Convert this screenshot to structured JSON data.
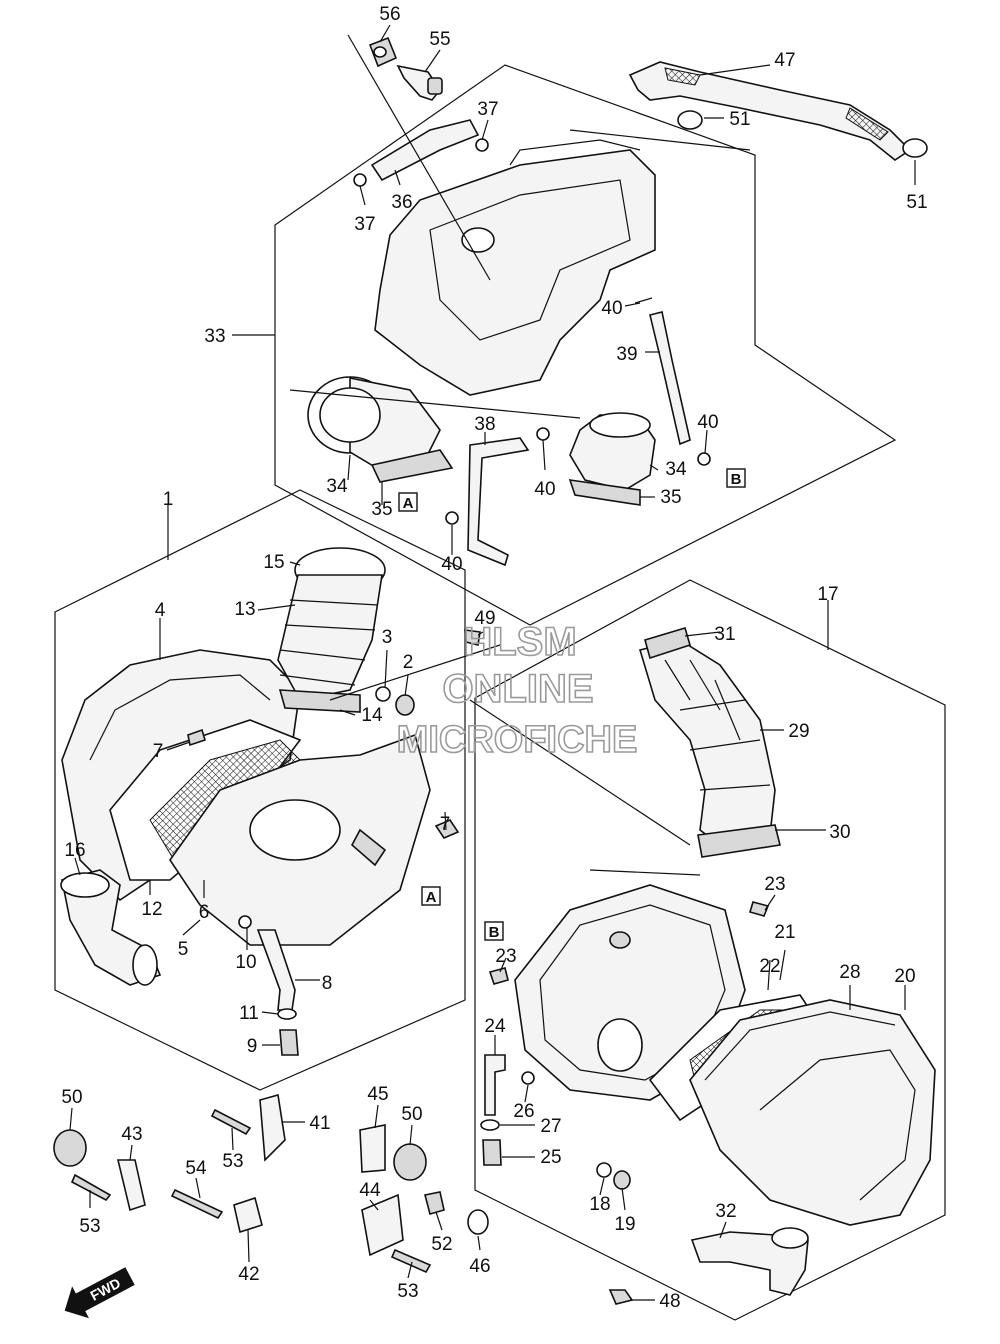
{
  "diagram": {
    "callouts": [
      {
        "id": "56",
        "label": "56"
      },
      {
        "id": "55",
        "label": "55"
      },
      {
        "id": "47",
        "label": "47"
      },
      {
        "id": "37a",
        "label": "37"
      },
      {
        "id": "51a",
        "label": "51"
      },
      {
        "id": "51b",
        "label": "51"
      },
      {
        "id": "37b",
        "label": "37"
      },
      {
        "id": "36",
        "label": "36"
      },
      {
        "id": "33",
        "label": "33"
      },
      {
        "id": "40a",
        "label": "40"
      },
      {
        "id": "39",
        "label": "39"
      },
      {
        "id": "38",
        "label": "38"
      },
      {
        "id": "40b",
        "label": "40"
      },
      {
        "id": "34a",
        "label": "34"
      },
      {
        "id": "34b",
        "label": "34"
      },
      {
        "id": "40c",
        "label": "40"
      },
      {
        "id": "35a",
        "label": "35"
      },
      {
        "id": "35b",
        "label": "35"
      },
      {
        "id": "40d",
        "label": "40"
      },
      {
        "id": "1",
        "label": "1"
      },
      {
        "id": "15",
        "label": "15"
      },
      {
        "id": "17",
        "label": "17"
      },
      {
        "id": "4",
        "label": "4"
      },
      {
        "id": "13",
        "label": "13"
      },
      {
        "id": "49",
        "label": "49"
      },
      {
        "id": "3",
        "label": "3"
      },
      {
        "id": "31",
        "label": "31"
      },
      {
        "id": "2",
        "label": "2"
      },
      {
        "id": "14",
        "label": "14"
      },
      {
        "id": "29",
        "label": "29"
      },
      {
        "id": "7a",
        "label": "7"
      },
      {
        "id": "7b",
        "label": "7"
      },
      {
        "id": "30",
        "label": "30"
      },
      {
        "id": "16",
        "label": "16"
      },
      {
        "id": "12",
        "label": "12"
      },
      {
        "id": "6",
        "label": "6"
      },
      {
        "id": "23a",
        "label": "23"
      },
      {
        "id": "5",
        "label": "5"
      },
      {
        "id": "10",
        "label": "10"
      },
      {
        "id": "21",
        "label": "21"
      },
      {
        "id": "23b",
        "label": "23"
      },
      {
        "id": "22",
        "label": "22"
      },
      {
        "id": "28",
        "label": "28"
      },
      {
        "id": "20",
        "label": "20"
      },
      {
        "id": "8",
        "label": "8"
      },
      {
        "id": "11",
        "label": "11"
      },
      {
        "id": "24",
        "label": "24"
      },
      {
        "id": "9",
        "label": "9"
      },
      {
        "id": "50a",
        "label": "50"
      },
      {
        "id": "45",
        "label": "45"
      },
      {
        "id": "50b",
        "label": "50"
      },
      {
        "id": "43",
        "label": "43"
      },
      {
        "id": "41",
        "label": "41"
      },
      {
        "id": "26",
        "label": "26"
      },
      {
        "id": "27",
        "label": "27"
      },
      {
        "id": "53a",
        "label": "53"
      },
      {
        "id": "25",
        "label": "25"
      },
      {
        "id": "54",
        "label": "54"
      },
      {
        "id": "18",
        "label": "18"
      },
      {
        "id": "19",
        "label": "19"
      },
      {
        "id": "53b",
        "label": "53"
      },
      {
        "id": "44",
        "label": "44"
      },
      {
        "id": "32",
        "label": "32"
      },
      {
        "id": "52",
        "label": "52"
      },
      {
        "id": "42",
        "label": "42"
      },
      {
        "id": "46",
        "label": "46"
      },
      {
        "id": "53c",
        "label": "53"
      },
      {
        "id": "48",
        "label": "48"
      }
    ],
    "reference_tags": [
      {
        "id": "Aa",
        "label": "A"
      },
      {
        "id": "Ab",
        "label": "A"
      },
      {
        "id": "Ba",
        "label": "B"
      },
      {
        "id": "Bb",
        "label": "B"
      }
    ],
    "direction_marker": {
      "label": "FWD"
    }
  },
  "watermark": {
    "line1": "HLSM",
    "line2": "ONLINE",
    "line3": "MICROFICHE"
  },
  "colors": {
    "ink": "#111111",
    "paper": "#ffffff",
    "watermark": "#9a9a9a"
  }
}
